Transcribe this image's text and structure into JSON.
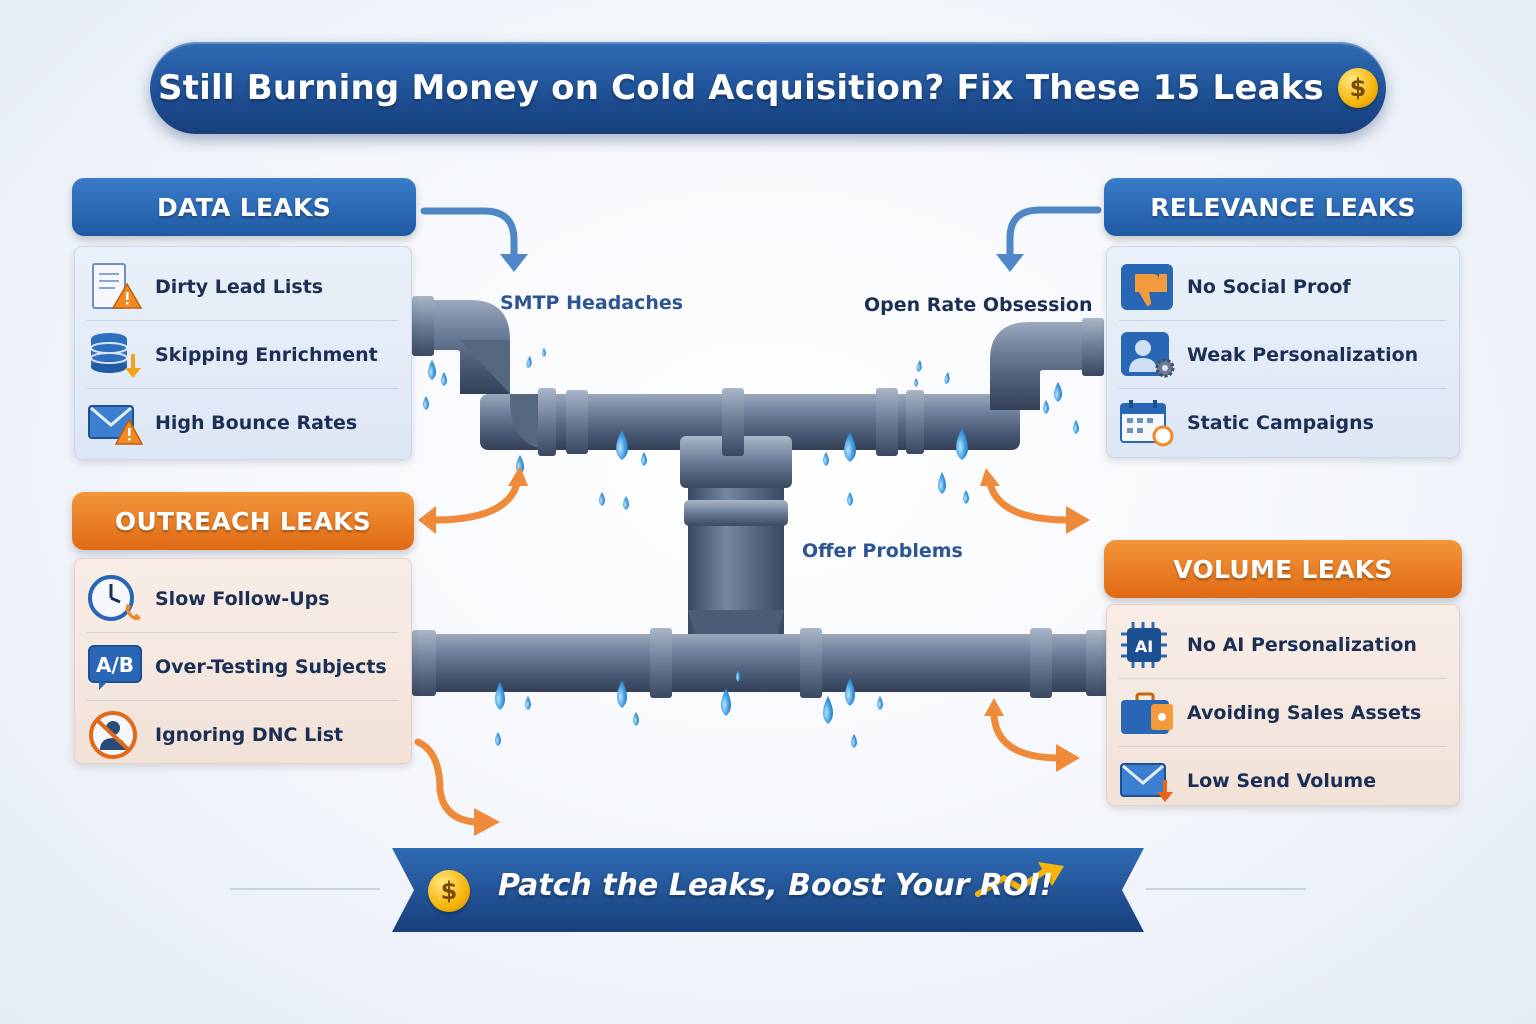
{
  "title": "Still Burning Money on Cold Acquisition? Fix These 15 Leaks",
  "coin_symbol": "$",
  "categories": {
    "data": {
      "header": "DATA LEAKS",
      "items": [
        {
          "label": "Dirty Lead Lists",
          "icon": "document-warning-icon"
        },
        {
          "label": "Skipping Enrichment",
          "icon": "database-arrow-icon"
        },
        {
          "label": "High Bounce Rates",
          "icon": "envelope-warning-icon"
        }
      ]
    },
    "relevance": {
      "header": "RELEVANCE LEAKS",
      "items": [
        {
          "label": "No Social Proof",
          "icon": "thumbs-down-icon"
        },
        {
          "label": "Weak Personalization",
          "icon": "user-gear-icon"
        },
        {
          "label": "Static Campaigns",
          "icon": "calendar-icon"
        }
      ]
    },
    "outreach": {
      "header": "OUTREACH LEAKS",
      "items": [
        {
          "label": "Slow Follow-Ups",
          "icon": "clock-phone-icon"
        },
        {
          "label": "Over-Testing Subjects",
          "icon": "ab-test-icon",
          "icon_text": "A/B"
        },
        {
          "label": "Ignoring DNC List",
          "icon": "no-contact-icon"
        }
      ]
    },
    "volume": {
      "header": "VOLUME LEAKS",
      "items": [
        {
          "label": "No AI Personalization",
          "icon": "ai-chip-icon",
          "icon_text": "AI"
        },
        {
          "label": "Avoiding Sales Assets",
          "icon": "briefcase-icon"
        },
        {
          "label": "Low Send Volume",
          "icon": "envelope-down-icon"
        }
      ]
    }
  },
  "pipe_labels": {
    "smtp": "SMTP Headaches",
    "open_rate": "Open Rate Obsession",
    "offer": "Offer Problems"
  },
  "footer": "Patch the Leaks, Boost Your ROI!",
  "colors": {
    "blue_header": "#1f5aa3",
    "orange_header": "#df6a14",
    "pipe": "#5d6f8a",
    "water": "#3b9be0",
    "arrow_blue": "#4f86c6",
    "arrow_orange": "#ee8a3a"
  }
}
